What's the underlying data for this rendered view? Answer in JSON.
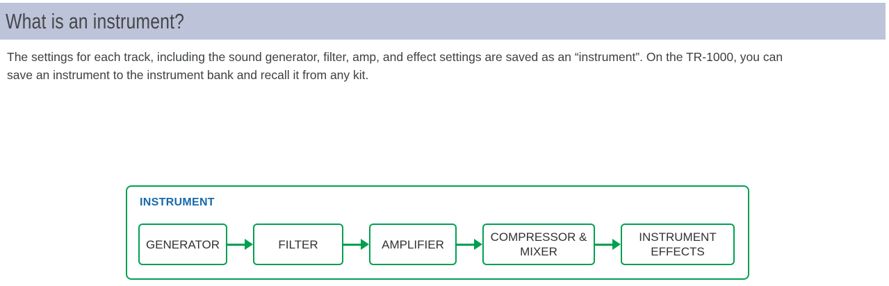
{
  "page": {
    "title": "What is an instrument?"
  },
  "intro": {
    "lines": [
      "The settings for each track, including the sound generator, filter, amp, and effect settings are saved as an “instrument”. On the TR-1000, you can",
      "save an instrument to the instrument bank and recall it from any kit."
    ]
  },
  "diagram": {
    "label": "INSTRUMENT",
    "boxes": [
      {
        "label": "GENERATOR"
      },
      {
        "label": "FILTER"
      },
      {
        "label": "AMPLIFIER"
      },
      {
        "label": "COMPRESSOR & MIXER"
      },
      {
        "label": "INSTRUMENT EFFECTS"
      }
    ]
  },
  "colors": {
    "header_background": "#bdc3d8",
    "diagram_green": "#00a050",
    "diagram_label_blue": "#1769aa",
    "text_gray": "#3d4043"
  }
}
